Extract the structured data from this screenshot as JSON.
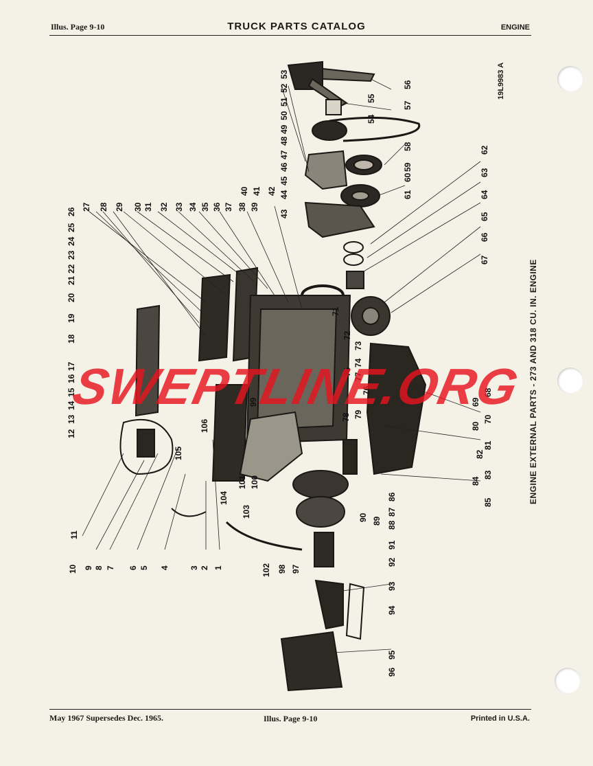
{
  "header": {
    "left": "Illus. Page 9-10",
    "center": "TRUCK PARTS CATALOG",
    "right": "ENGINE"
  },
  "footer": {
    "left": "May 1967 Supersedes Dec. 1965.",
    "center": "Illus. Page 9-10",
    "right": "Printed in U.S.A."
  },
  "illustration": {
    "id": "19L9983 A",
    "caption": "ENGINE EXTERNAL PARTS - 273 AND 318 CU. IN. ENGINE",
    "callout_numbers": [
      "1",
      "2",
      "3",
      "4",
      "5",
      "6",
      "7",
      "8",
      "9",
      "10",
      "11",
      "12",
      "13",
      "14",
      "15",
      "16",
      "17",
      "18",
      "19",
      "20",
      "21",
      "22",
      "23",
      "24",
      "25",
      "26",
      "27",
      "28",
      "29",
      "30",
      "31",
      "32",
      "33",
      "34",
      "35",
      "36",
      "37",
      "38",
      "39",
      "40",
      "41",
      "42",
      "43",
      "44",
      "45",
      "46",
      "47",
      "48",
      "49",
      "50",
      "51",
      "52",
      "53",
      "54",
      "55",
      "56",
      "57",
      "58",
      "59",
      "60",
      "61",
      "62",
      "63",
      "64",
      "65",
      "66",
      "67",
      "68",
      "69",
      "70",
      "71",
      "72",
      "73",
      "74",
      "75",
      "76",
      "77",
      "78",
      "79",
      "80",
      "81",
      "82",
      "83",
      "84",
      "85",
      "86",
      "87",
      "88",
      "89",
      "90",
      "91",
      "92",
      "93",
      "94",
      "95",
      "96",
      "97",
      "98",
      "99",
      "100",
      "101",
      "102",
      "103",
      "104",
      "105",
      "106"
    ]
  },
  "watermark": "SWEPTLINE.ORG"
}
